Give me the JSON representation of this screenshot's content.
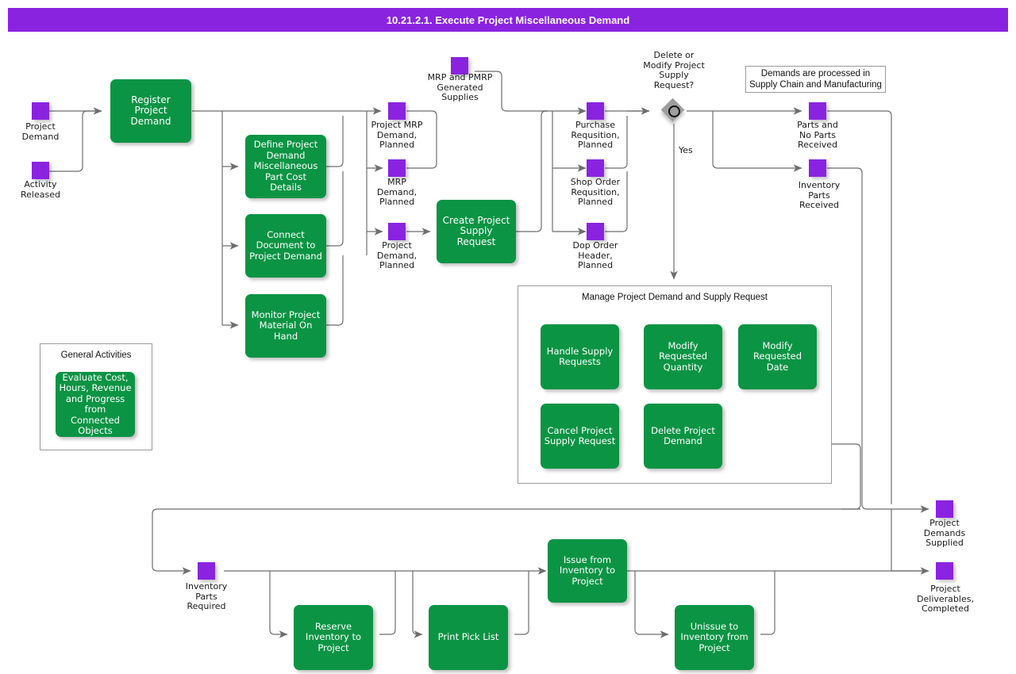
{
  "header": {
    "title": "10.21.2.1. Execute Project Miscellaneous Demand"
  },
  "colors": {
    "title_bar": "#8A23E0",
    "state_marker": "#8A23E0",
    "activity": "#0B9444",
    "decision": "#9E9E9E",
    "connector": "#6E6E6E",
    "background": "#FFFFFF"
  },
  "states": [
    {
      "id": "project-demand",
      "label": "Project\nDemand"
    },
    {
      "id": "activity-released",
      "label": "Activity\nReleased"
    },
    {
      "id": "mrp-pmrp-generated-supplies",
      "label": "MRP and PMRP\nGenerated\nSupplies"
    },
    {
      "id": "project-mrp-demand-planned",
      "label": "Project MRP\nDemand,\nPlanned"
    },
    {
      "id": "mrp-demand-planned",
      "label": "MRP\nDemand,\nPlanned"
    },
    {
      "id": "project-demand-planned",
      "label": "Project\nDemand,\nPlanned"
    },
    {
      "id": "purchase-requsition-planned",
      "label": "Purchase\nRequsition,\nPlanned"
    },
    {
      "id": "shop-order-requsition-planned",
      "label": "Shop Order\nRequsition,\nPlanned"
    },
    {
      "id": "dop-order-header-planned",
      "label": "Dop Order\nHeader,\nPlanned"
    },
    {
      "id": "parts-and-no-parts-received",
      "label": "Parts and\nNo Parts\nReceived"
    },
    {
      "id": "inventory-parts-received",
      "label": "Inventory\nParts\nReceived"
    },
    {
      "id": "project-demands-supplied",
      "label": "Project\nDemands\nSupplied"
    },
    {
      "id": "project-deliverables-completed",
      "label": "Project\nDeliverables,\nCompleted"
    },
    {
      "id": "inventory-parts-required",
      "label": "Inventory\nParts\nRequired"
    }
  ],
  "activities": [
    {
      "id": "register-project-demand",
      "label": "Register Project\nDemand"
    },
    {
      "id": "define-project-demand-misc-part-cost-details",
      "label": "Define Project\nDemand\nMiscellaneous\nPart Cost Details"
    },
    {
      "id": "connect-document-to-project-demand",
      "label": "Connect\nDocument to\nProject Demand"
    },
    {
      "id": "monitor-project-material-on-hand",
      "label": "Monitor Project\nMaterial On\nHand"
    },
    {
      "id": "create-project-supply-request",
      "label": "Create Project\nSupply Request"
    },
    {
      "id": "evaluate-cost-hours-revenue-progress",
      "label": "Evaluate Cost,\nHours, Revenue\nand Progress\nfrom Connected\nObjects"
    },
    {
      "id": "handle-supply-requests",
      "label": "Handle Supply\nRequests"
    },
    {
      "id": "modify-requested-quantity",
      "label": "Modify\nRequested\nQuantity"
    },
    {
      "id": "modify-requested-date",
      "label": "Modify\nRequested Date"
    },
    {
      "id": "cancel-project-supply-request",
      "label": "Cancel Project\nSupply Request"
    },
    {
      "id": "delete-project-demand",
      "label": "Delete Project\nDemand"
    },
    {
      "id": "reserve-inventory-to-project",
      "label": "Reserve\nInventory to\nProject"
    },
    {
      "id": "print-pick-list",
      "label": "Print Pick List"
    },
    {
      "id": "issue-from-inventory-to-project",
      "label": "Issue from\nInventory to\nProject"
    },
    {
      "id": "unissue-to-inventory-from-project",
      "label": "Unissue to\nInventory from\nProject"
    }
  ],
  "decisions": [
    {
      "id": "delete-or-modify-project-supply-request",
      "label": "Delete or\nModify Project\nSupply\nRequest?",
      "yes_label": "Yes"
    }
  ],
  "groups": [
    {
      "id": "general-activities",
      "title": "General Activities"
    },
    {
      "id": "manage-project-demand-and-supply-request",
      "title": "Manage Project Demand and Supply Request"
    }
  ],
  "notes": [
    {
      "id": "supply-chain-note",
      "text": "Demands are processed in\nSupply Chain and Manufacturing"
    }
  ]
}
